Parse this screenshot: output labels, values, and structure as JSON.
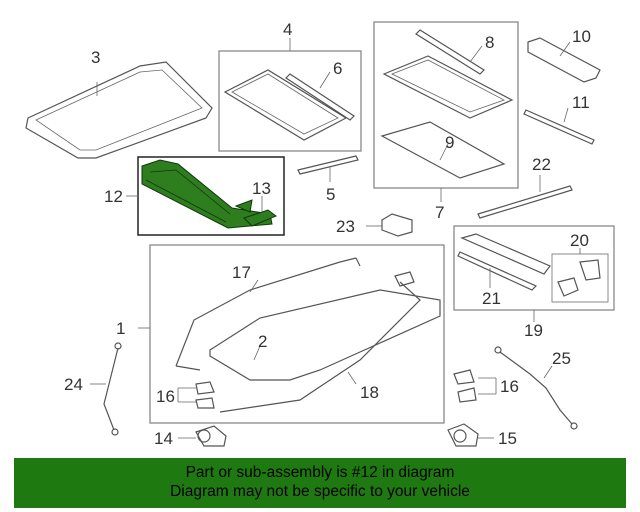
{
  "diagram": {
    "callouts": [
      "1",
      "2",
      "3",
      "4",
      "5",
      "6",
      "7",
      "8",
      "9",
      "10",
      "11",
      "12",
      "13",
      "14",
      "15",
      "16",
      "16",
      "17",
      "18",
      "19",
      "20",
      "21",
      "22",
      "23",
      "24",
      "25"
    ],
    "highlight_color": "#2e7d1e",
    "highlighted_part": "12"
  },
  "banner": {
    "line1": "Part or sub-assembly is #12 in diagram",
    "line2": "Diagram may not be specific to your vehicle",
    "color": "#1e7a10"
  }
}
